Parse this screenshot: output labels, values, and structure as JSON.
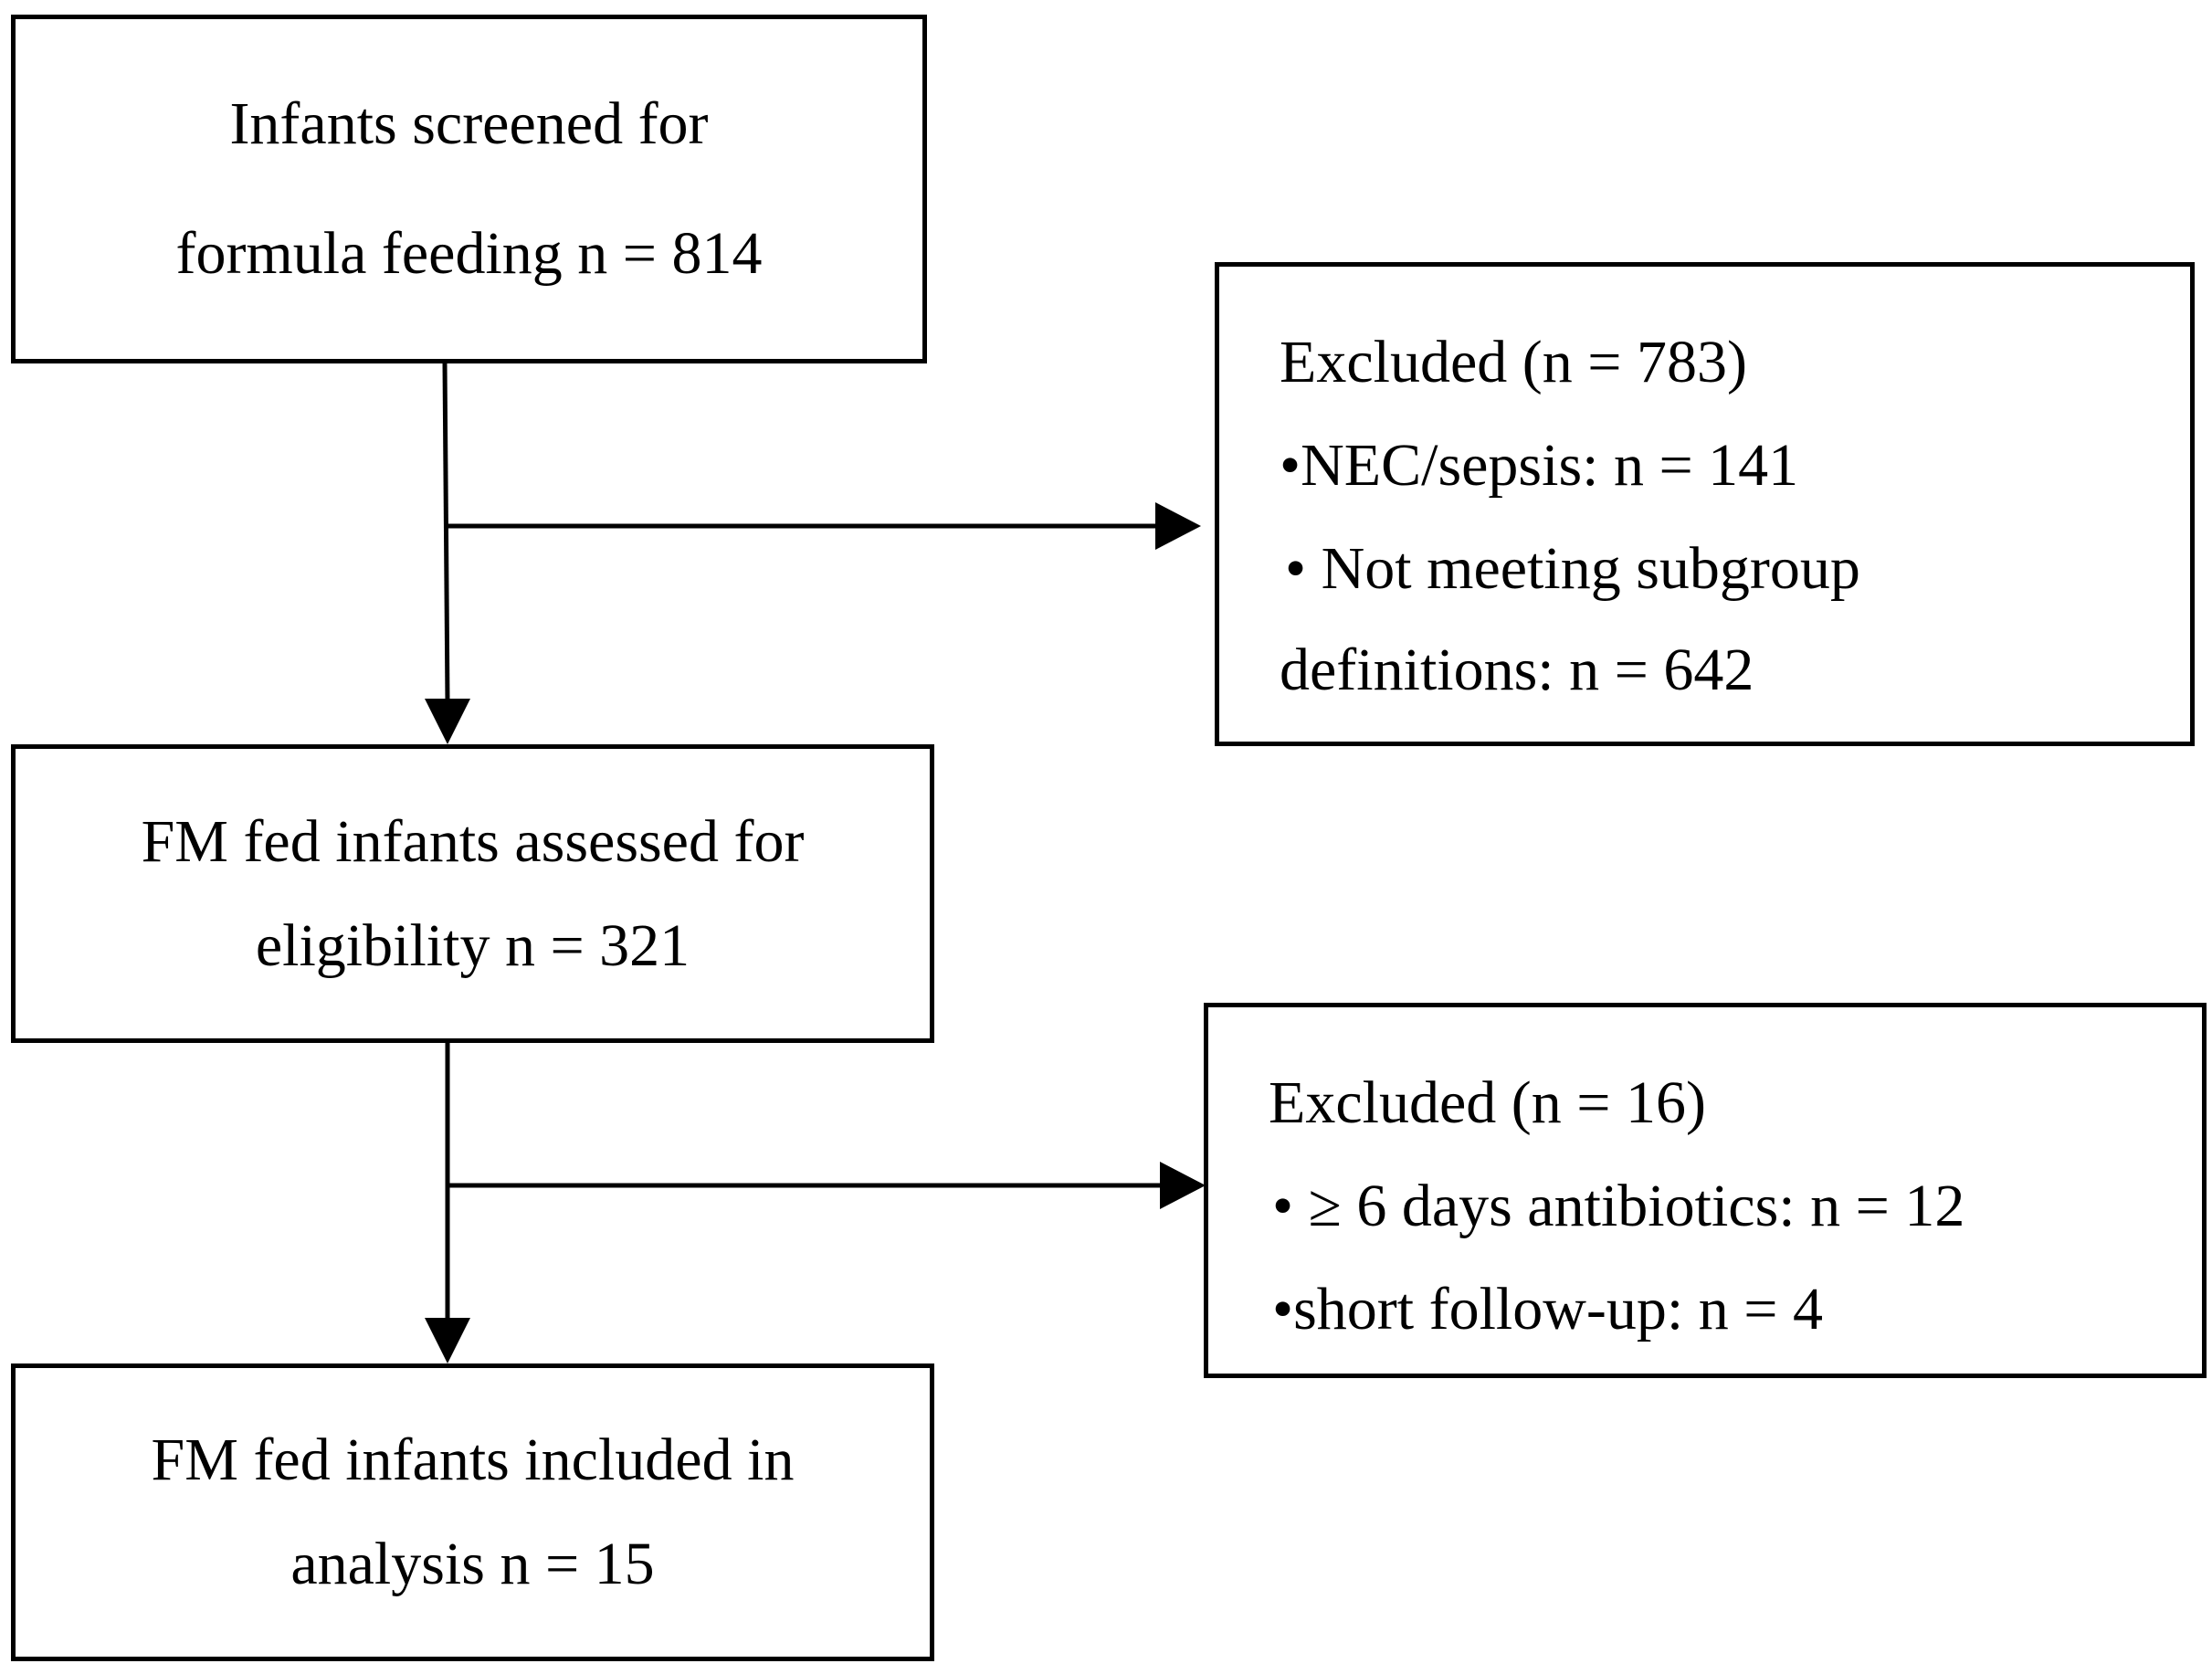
{
  "boxes": {
    "screened": {
      "line1": "Infants screened for",
      "line2": "formula feeding n = 814"
    },
    "assessed": {
      "line1": "FM fed infants assessed for",
      "line2": "eligibility n = 321"
    },
    "included": {
      "line1": "FM fed infants included in",
      "line2": "analysis n = 15"
    },
    "excluded_first": {
      "title": "Excluded (n = 783)",
      "item1": "•NEC/sepsis: n = 141",
      "item2a": "• Not meeting subgroup",
      "item2b": "definitions: n = 642"
    },
    "excluded_second": {
      "title": "Excluded (n = 16)",
      "item1": "• ≥ 6 days antibiotics: n = 12",
      "item2": "•short follow-up: n = 4"
    }
  }
}
